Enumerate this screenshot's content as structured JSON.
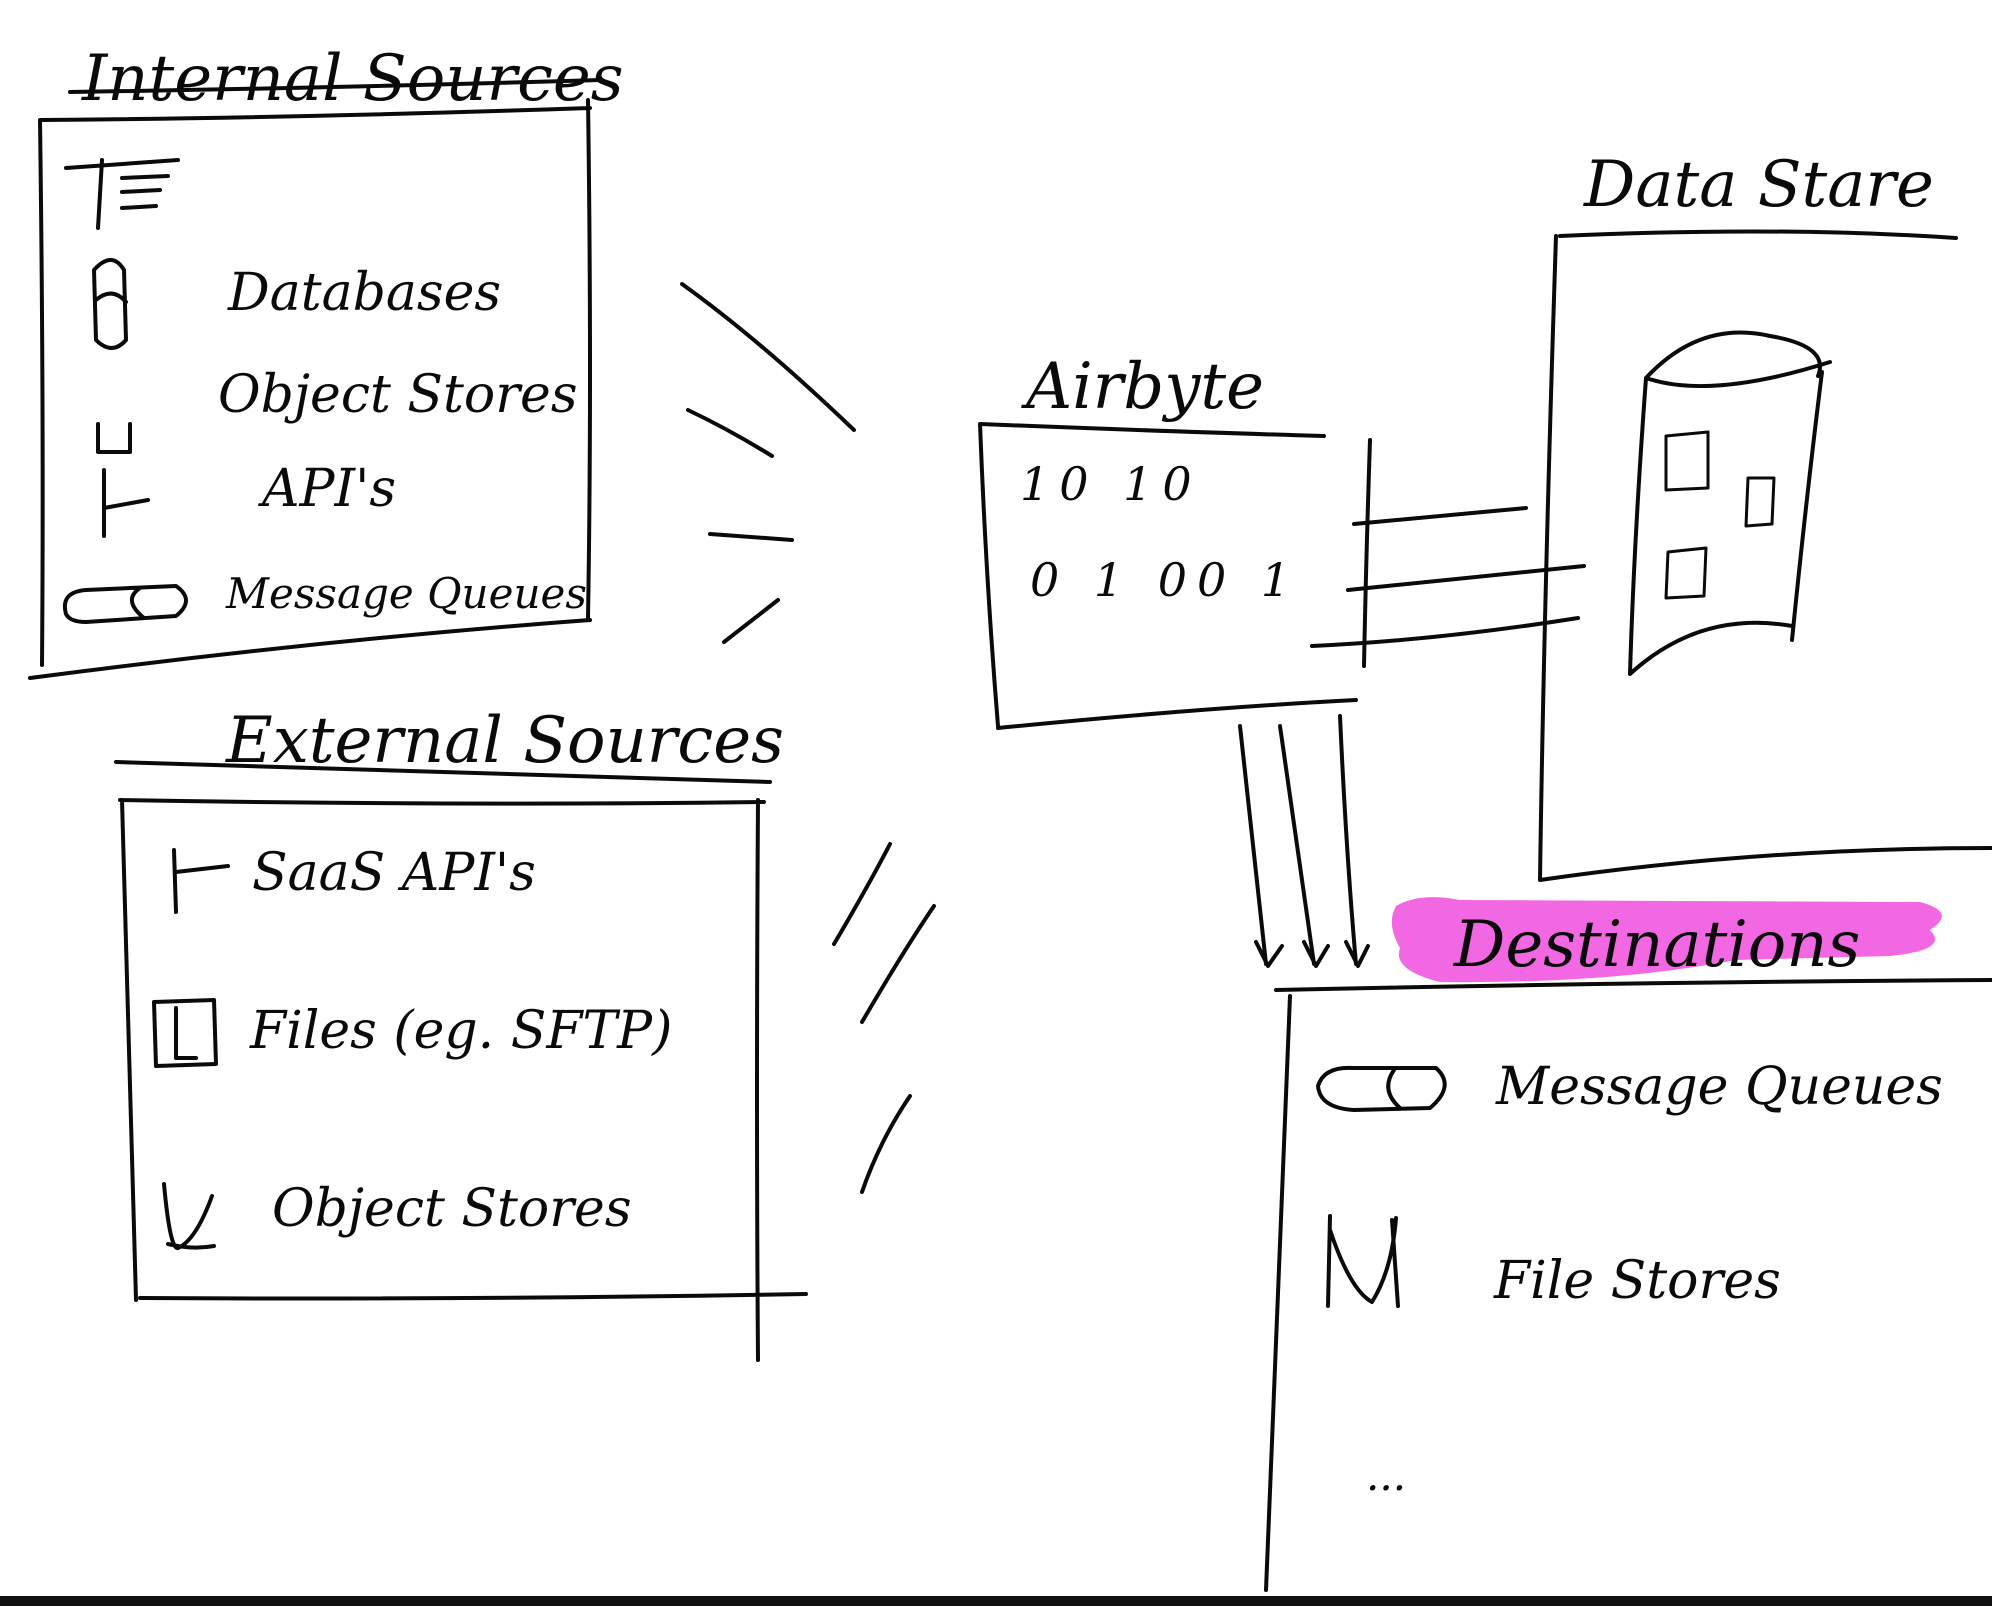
{
  "internal_sources": {
    "title": "Internal Sources",
    "items": [
      {
        "icon": "filter-icon",
        "label": ""
      },
      {
        "icon": "database-icon",
        "label": "Databases"
      },
      {
        "icon": "bucket-icon",
        "label": "Object Stores"
      },
      {
        "icon": "api-icon",
        "label": "API's"
      },
      {
        "icon": "queue-icon",
        "label": "Message Queues"
      }
    ]
  },
  "external_sources": {
    "title": "External Sources",
    "items": [
      {
        "icon": "api-icon",
        "label": "SaaS API's"
      },
      {
        "icon": "file-icon",
        "label": "Files (eg. SFTP)"
      },
      {
        "icon": "bucket-icon",
        "label": "Object Stores"
      }
    ]
  },
  "airbyte": {
    "title": "Airbyte",
    "lines": [
      "10 10",
      "0 1 00 1"
    ]
  },
  "data_store": {
    "title": "Data Stare"
  },
  "destinations": {
    "title": "Destinations",
    "highlight_color": "#f060e0",
    "items": [
      {
        "icon": "queue-icon",
        "label": "Message Queues"
      },
      {
        "icon": "bucket-icon",
        "label": "File Stores"
      },
      {
        "icon": "ellipsis-icon",
        "label": "..."
      }
    ]
  },
  "colors": {
    "ink": "#0a0a0a",
    "background": "#ffffff",
    "bottom_bar": "#111111"
  }
}
